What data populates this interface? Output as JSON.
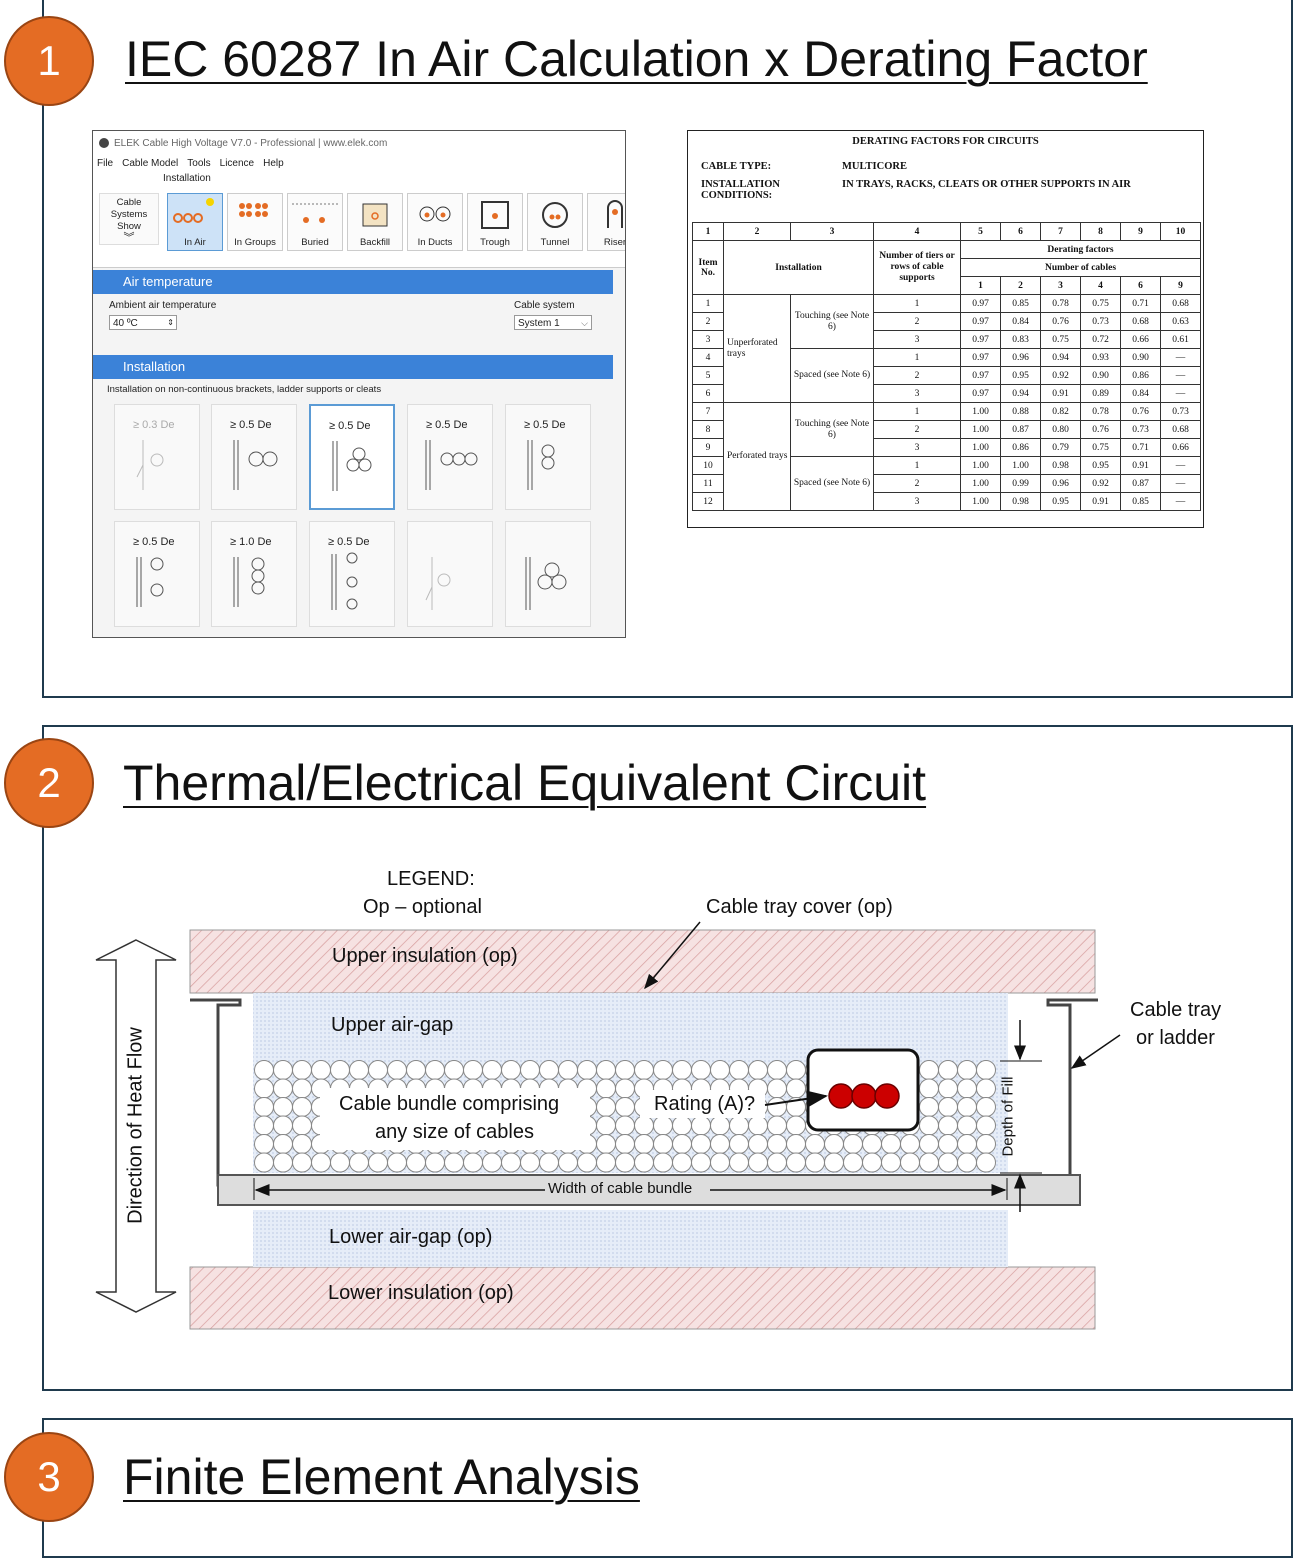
{
  "panels": [
    {
      "number": "1",
      "title": "IEC 60287 In Air Calculation x Derating Factor"
    },
    {
      "number": "2",
      "title": "Thermal/Electrical Equivalent Circuit"
    },
    {
      "number": "3",
      "title": "Finite Element Analysis"
    }
  ],
  "software": {
    "window_title": "ELEK Cable High Voltage V7.0 - Professional | www.elek.com",
    "menu": [
      "File",
      "Cable Model",
      "Tools",
      "Licence",
      "Help"
    ],
    "ribbon_group": "Installation",
    "cable_systems_label": "Cable Systems Show",
    "ribbon_buttons": [
      {
        "label": "In Air",
        "selected": true
      },
      {
        "label": "In Groups"
      },
      {
        "label": "Buried"
      },
      {
        "label": "Backfill"
      },
      {
        "label": "In Ducts"
      },
      {
        "label": "Trough"
      },
      {
        "label": "Tunnel"
      },
      {
        "label": "Riser"
      }
    ],
    "air_section_title": "Air temperature",
    "ambient_label": "Ambient air temperature",
    "ambient_value": "40 ºC",
    "cable_system_label": "Cable system",
    "cable_system_value": "System 1",
    "install_section_title": "Installation",
    "install_desc": "Installation on non-continuous brackets, ladder supports or cleats",
    "cards": [
      {
        "label": "≥ 0.3 De",
        "dim": true
      },
      {
        "label": "≥ 0.5 De"
      },
      {
        "label": "≥ 0.5 De",
        "selected": true
      },
      {
        "label": "≥ 0.5 De"
      },
      {
        "label": "≥ 0.5 De"
      },
      {
        "label": "≥ 0.5 De"
      },
      {
        "label": "≥ 1.0 De"
      },
      {
        "label": "≥ 0.5 De"
      },
      {
        "label": "",
        "dim": true
      },
      {
        "label": ""
      }
    ]
  },
  "derating_table": {
    "title": "DERATING FACTORS FOR CIRCUITS",
    "cable_type_label": "CABLE TYPE:",
    "cable_type": "MULTICORE",
    "installation_label": "INSTALLATION CONDITIONS:",
    "installation": "IN TRAYS, RACKS, CLEATS OR OTHER SUPPORTS IN AIR",
    "col_numbers": [
      "1",
      "2",
      "3",
      "4",
      "5",
      "6",
      "7",
      "8",
      "9",
      "10"
    ],
    "h_item": "Item No.",
    "h_installation": "Installation",
    "h_tiers": "Number of tiers or rows of cable supports",
    "h_derating": "Derating factors",
    "h_cables": "Number of cables",
    "cable_counts": [
      "1",
      "2",
      "3",
      "4",
      "6",
      "9"
    ],
    "group_unperf": "Unperforated trays",
    "group_perf": "Perforated trays",
    "touching": "Touching (see Note 6)",
    "spaced": "Spaced (see Note 6)",
    "rows": [
      [
        "1",
        "1",
        "0.97",
        "0.85",
        "0.78",
        "0.75",
        "0.71",
        "0.68"
      ],
      [
        "2",
        "2",
        "0.97",
        "0.84",
        "0.76",
        "0.73",
        "0.68",
        "0.63"
      ],
      [
        "3",
        "3",
        "0.97",
        "0.83",
        "0.75",
        "0.72",
        "0.66",
        "0.61"
      ],
      [
        "4",
        "1",
        "0.97",
        "0.96",
        "0.94",
        "0.93",
        "0.90",
        "—"
      ],
      [
        "5",
        "2",
        "0.97",
        "0.95",
        "0.92",
        "0.90",
        "0.86",
        "—"
      ],
      [
        "6",
        "3",
        "0.97",
        "0.94",
        "0.91",
        "0.89",
        "0.84",
        "—"
      ],
      [
        "7",
        "1",
        "1.00",
        "0.88",
        "0.82",
        "0.78",
        "0.76",
        "0.73"
      ],
      [
        "8",
        "2",
        "1.00",
        "0.87",
        "0.80",
        "0.76",
        "0.73",
        "0.68"
      ],
      [
        "9",
        "3",
        "1.00",
        "0.86",
        "0.79",
        "0.75",
        "0.71",
        "0.66"
      ],
      [
        "10",
        "1",
        "1.00",
        "1.00",
        "0.98",
        "0.95",
        "0.91",
        "—"
      ],
      [
        "11",
        "2",
        "1.00",
        "0.99",
        "0.96",
        "0.92",
        "0.87",
        "—"
      ],
      [
        "12",
        "3",
        "1.00",
        "0.98",
        "0.95",
        "0.91",
        "0.85",
        "—"
      ]
    ]
  },
  "diagram": {
    "legend_title": "LEGEND:",
    "legend_op": "Op – optional",
    "tray_cover": "Cable tray cover (op)",
    "upper_insulation": "Upper insulation (op)",
    "upper_air_gap": "Upper air-gap",
    "cable_tray_line1": "Cable tray",
    "cable_tray_line2": "or ladder",
    "bundle_line1": "Cable bundle comprising",
    "bundle_line2": "any size of cables",
    "rating": "Rating (A)?",
    "depth_of_fill": "Depth of Fill",
    "width_of_bundle": "Width of cable bundle",
    "lower_air_gap": "Lower air-gap (op)",
    "lower_insulation": "Lower insulation (op)",
    "heat_flow": "Direction of Heat Flow",
    "colors": {
      "accent": "#e46c24",
      "hot_cable": "#cc0000",
      "insulation": "#f4dede",
      "air": "#dfe8f5"
    }
  }
}
